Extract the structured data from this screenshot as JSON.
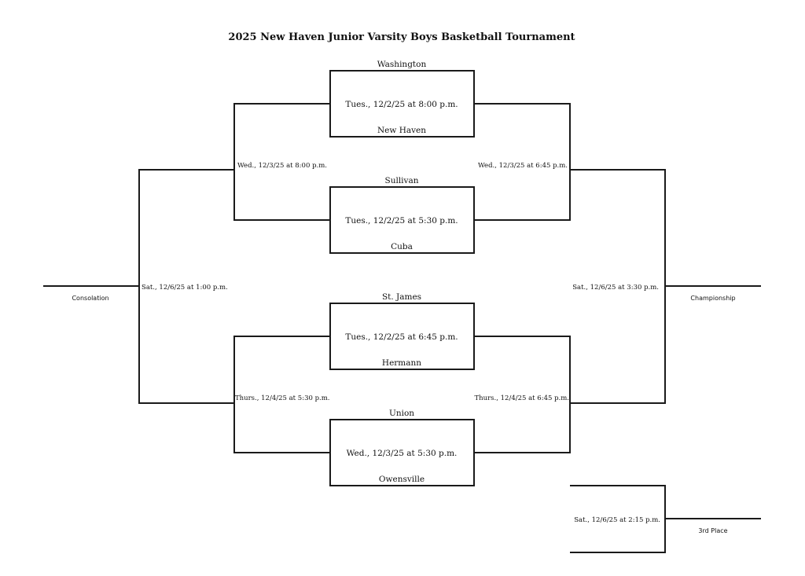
{
  "title": "2025 New Haven Junior Varsity Boys Basketball Tournament",
  "first_round": [
    {
      "team_top": "Washington",
      "time": "Tues., 12/2/25 at 8:00 p.m.",
      "team_bottom": "New Haven"
    },
    {
      "team_top": "Sullivan",
      "time": "Tues., 12/2/25 at 5:30 p.m.",
      "team_bottom": "Cuba"
    },
    {
      "team_top": "St. James",
      "time": "Tues., 12/2/25 at 6:45 p.m.",
      "team_bottom": "Hermann"
    },
    {
      "team_top": "Union",
      "time": "Wed., 12/3/25 at 5:30 p.m.",
      "team_bottom": "Owensville"
    }
  ],
  "consolation_bracket": {
    "semifinal_top": "Wed., 12/3/25 at 8:00 p.m.",
    "semifinal_bottom": "Thurs., 12/4/25 at 5:30 p.m.",
    "final_time": "Sat., 12/6/25 at 1:00 p.m.",
    "final_label": "Consolation"
  },
  "championship_bracket": {
    "semifinal_top": "Wed., 12/3/25 at 6:45 p.m.",
    "semifinal_bottom": "Thurs., 12/4/25 at 6:45 p.m.",
    "final_time": "Sat., 12/6/25 at 3:30 p.m.",
    "final_label": "Championship"
  },
  "third_place": {
    "time": "Sat., 12/6/25 at 2:15 p.m.",
    "label": "3rd Place"
  }
}
